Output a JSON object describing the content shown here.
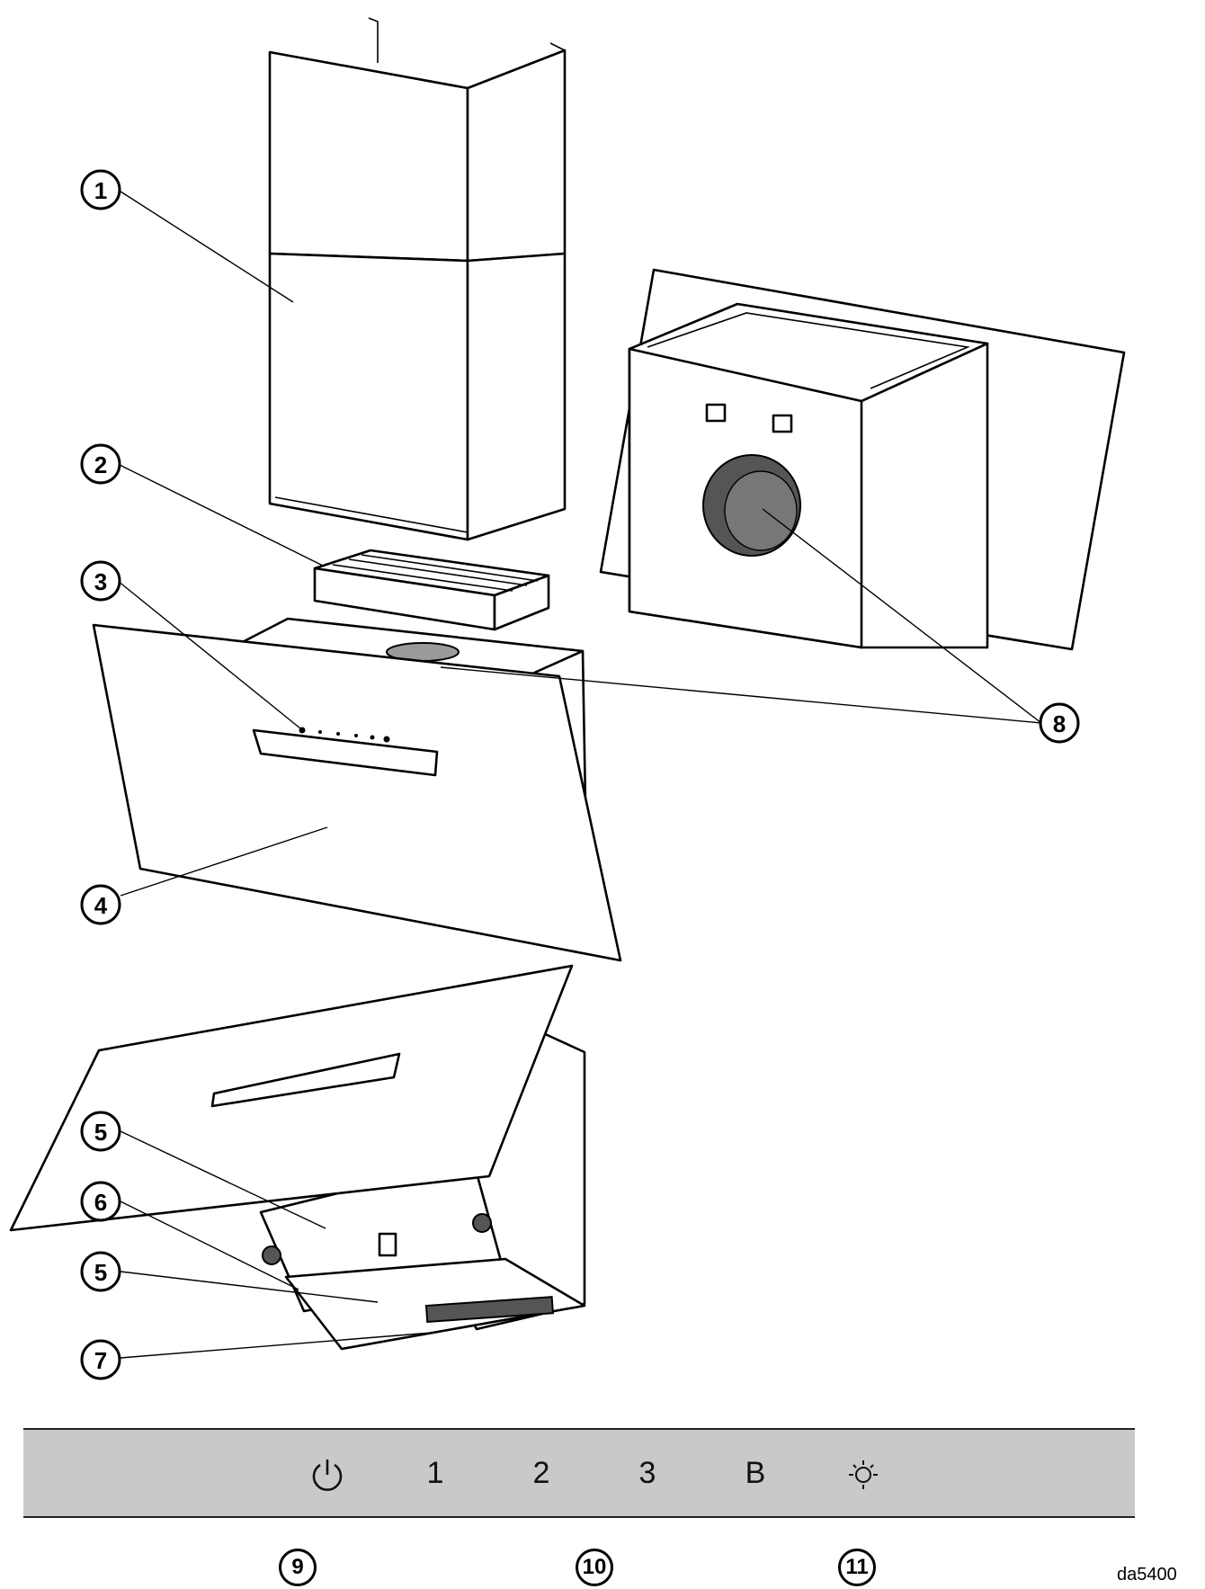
{
  "callouts": {
    "c1": "1",
    "c2": "2",
    "c3": "3",
    "c4": "4",
    "c5a": "5",
    "c6": "6",
    "c5b": "5",
    "c7": "7",
    "c8": "8"
  },
  "control_panel": {
    "keys": {
      "power_icon": "power-icon",
      "speed1": "1",
      "speed2": "2",
      "speed3": "3",
      "boost": "B",
      "light_icon": "light-icon"
    },
    "callouts": {
      "c9": "9",
      "c10": "10",
      "c11": "11"
    }
  },
  "diagram_code": "da5400"
}
